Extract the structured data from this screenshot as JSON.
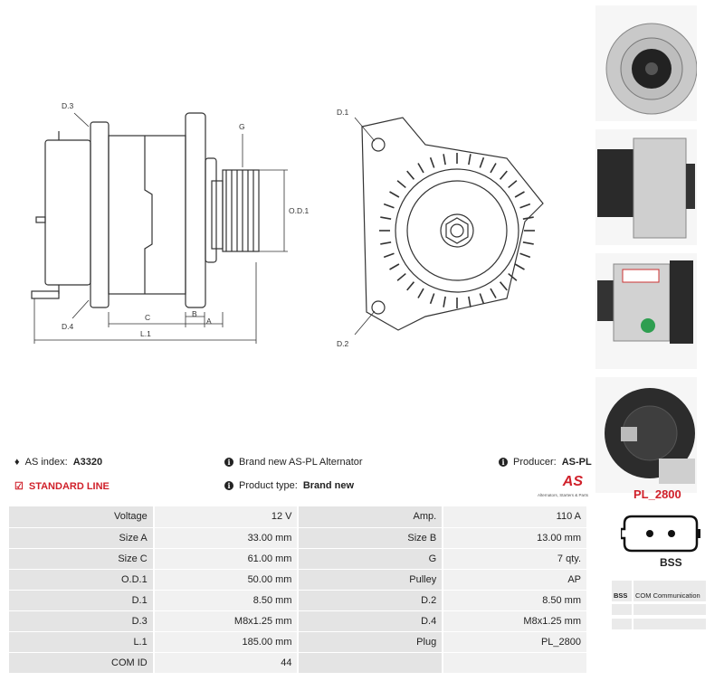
{
  "drawing": {
    "labels": [
      "D.3",
      "G",
      "O.D.1",
      "D.4",
      "C",
      "B",
      "A",
      "L.1",
      "D.1",
      "D.2"
    ]
  },
  "photos": [
    "alternator-front-view",
    "alternator-side-view",
    "alternator-label-view",
    "alternator-rear-view"
  ],
  "info": {
    "index_label": "AS index:",
    "index_value": "A3320",
    "brand_text": "Brand new AS-PL Alternator",
    "producer_label": "Producer:",
    "producer_value": "AS-PL",
    "line_text": "STANDARD LINE",
    "type_label": "Product type:",
    "type_value": "Brand new"
  },
  "logo": {
    "mark": "AS",
    "tagline": "Alternators, Starters & Parts"
  },
  "specs": [
    [
      "Voltage",
      "12 V",
      "Amp.",
      "110 A"
    ],
    [
      "Size A",
      "33.00 mm",
      "Size B",
      "13.00 mm"
    ],
    [
      "Size C",
      "61.00 mm",
      "G",
      "7 qty."
    ],
    [
      "O.D.1",
      "50.00 mm",
      "Pulley",
      "AP"
    ],
    [
      "D.1",
      "8.50 mm",
      "D.2",
      "8.50 mm"
    ],
    [
      "D.3",
      "M8x1.25 mm",
      "D.4",
      "M8x1.25 mm"
    ],
    [
      "L.1",
      "185.00 mm",
      "Plug",
      "PL_2800"
    ],
    [
      "COM ID",
      "44",
      "",
      ""
    ]
  ],
  "plug": {
    "title": "PL_2800",
    "name": "BSS",
    "pins": [
      {
        "key": "BSS",
        "value": "COM Communication"
      }
    ]
  },
  "colors": {
    "accent": "#d0202a",
    "label_bg": "#e4e4e4",
    "value_bg": "#f1f1f1"
  }
}
